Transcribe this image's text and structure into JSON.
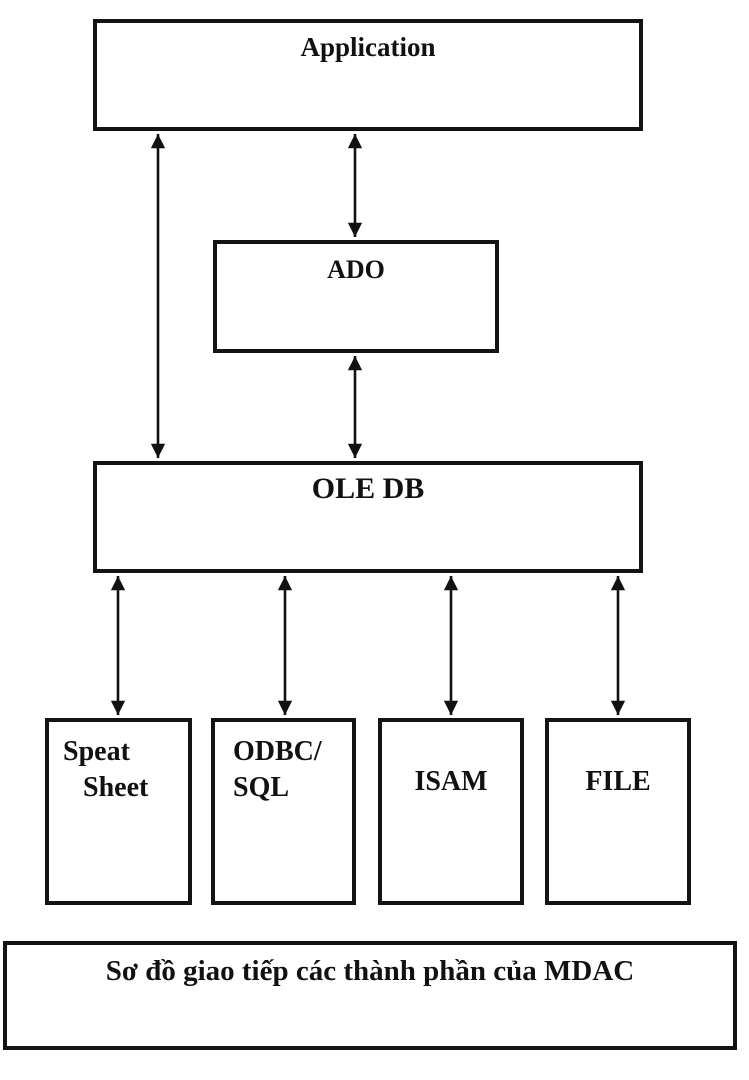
{
  "diagram": {
    "nodes": {
      "application": {
        "label": "Application"
      },
      "ado": {
        "label": "ADO"
      },
      "oledb": {
        "label": "OLE DB"
      },
      "speat_sheet": {
        "label_line1": "Speat",
        "label_line2": "Sheet"
      },
      "odbc_sql": {
        "label_line1": "ODBC/",
        "label_line2": "SQL"
      },
      "isam": {
        "label": "ISAM"
      },
      "file": {
        "label": "FILE"
      }
    },
    "caption": "Sơ đồ giao tiếp các thành phần của MDAC",
    "connections": [
      {
        "from": "application",
        "to": "oledb",
        "type": "bidirectional"
      },
      {
        "from": "application",
        "to": "ado",
        "type": "bidirectional"
      },
      {
        "from": "ado",
        "to": "oledb",
        "type": "bidirectional"
      },
      {
        "from": "oledb",
        "to": "speat_sheet",
        "type": "bidirectional"
      },
      {
        "from": "oledb",
        "to": "odbc_sql",
        "type": "bidirectional"
      },
      {
        "from": "oledb",
        "to": "isam",
        "type": "bidirectional"
      },
      {
        "from": "oledb",
        "to": "file",
        "type": "bidirectional"
      }
    ],
    "colors": {
      "background": "#ffffff",
      "border": "#141414",
      "text": "#111111",
      "arrow": "#111111"
    }
  }
}
